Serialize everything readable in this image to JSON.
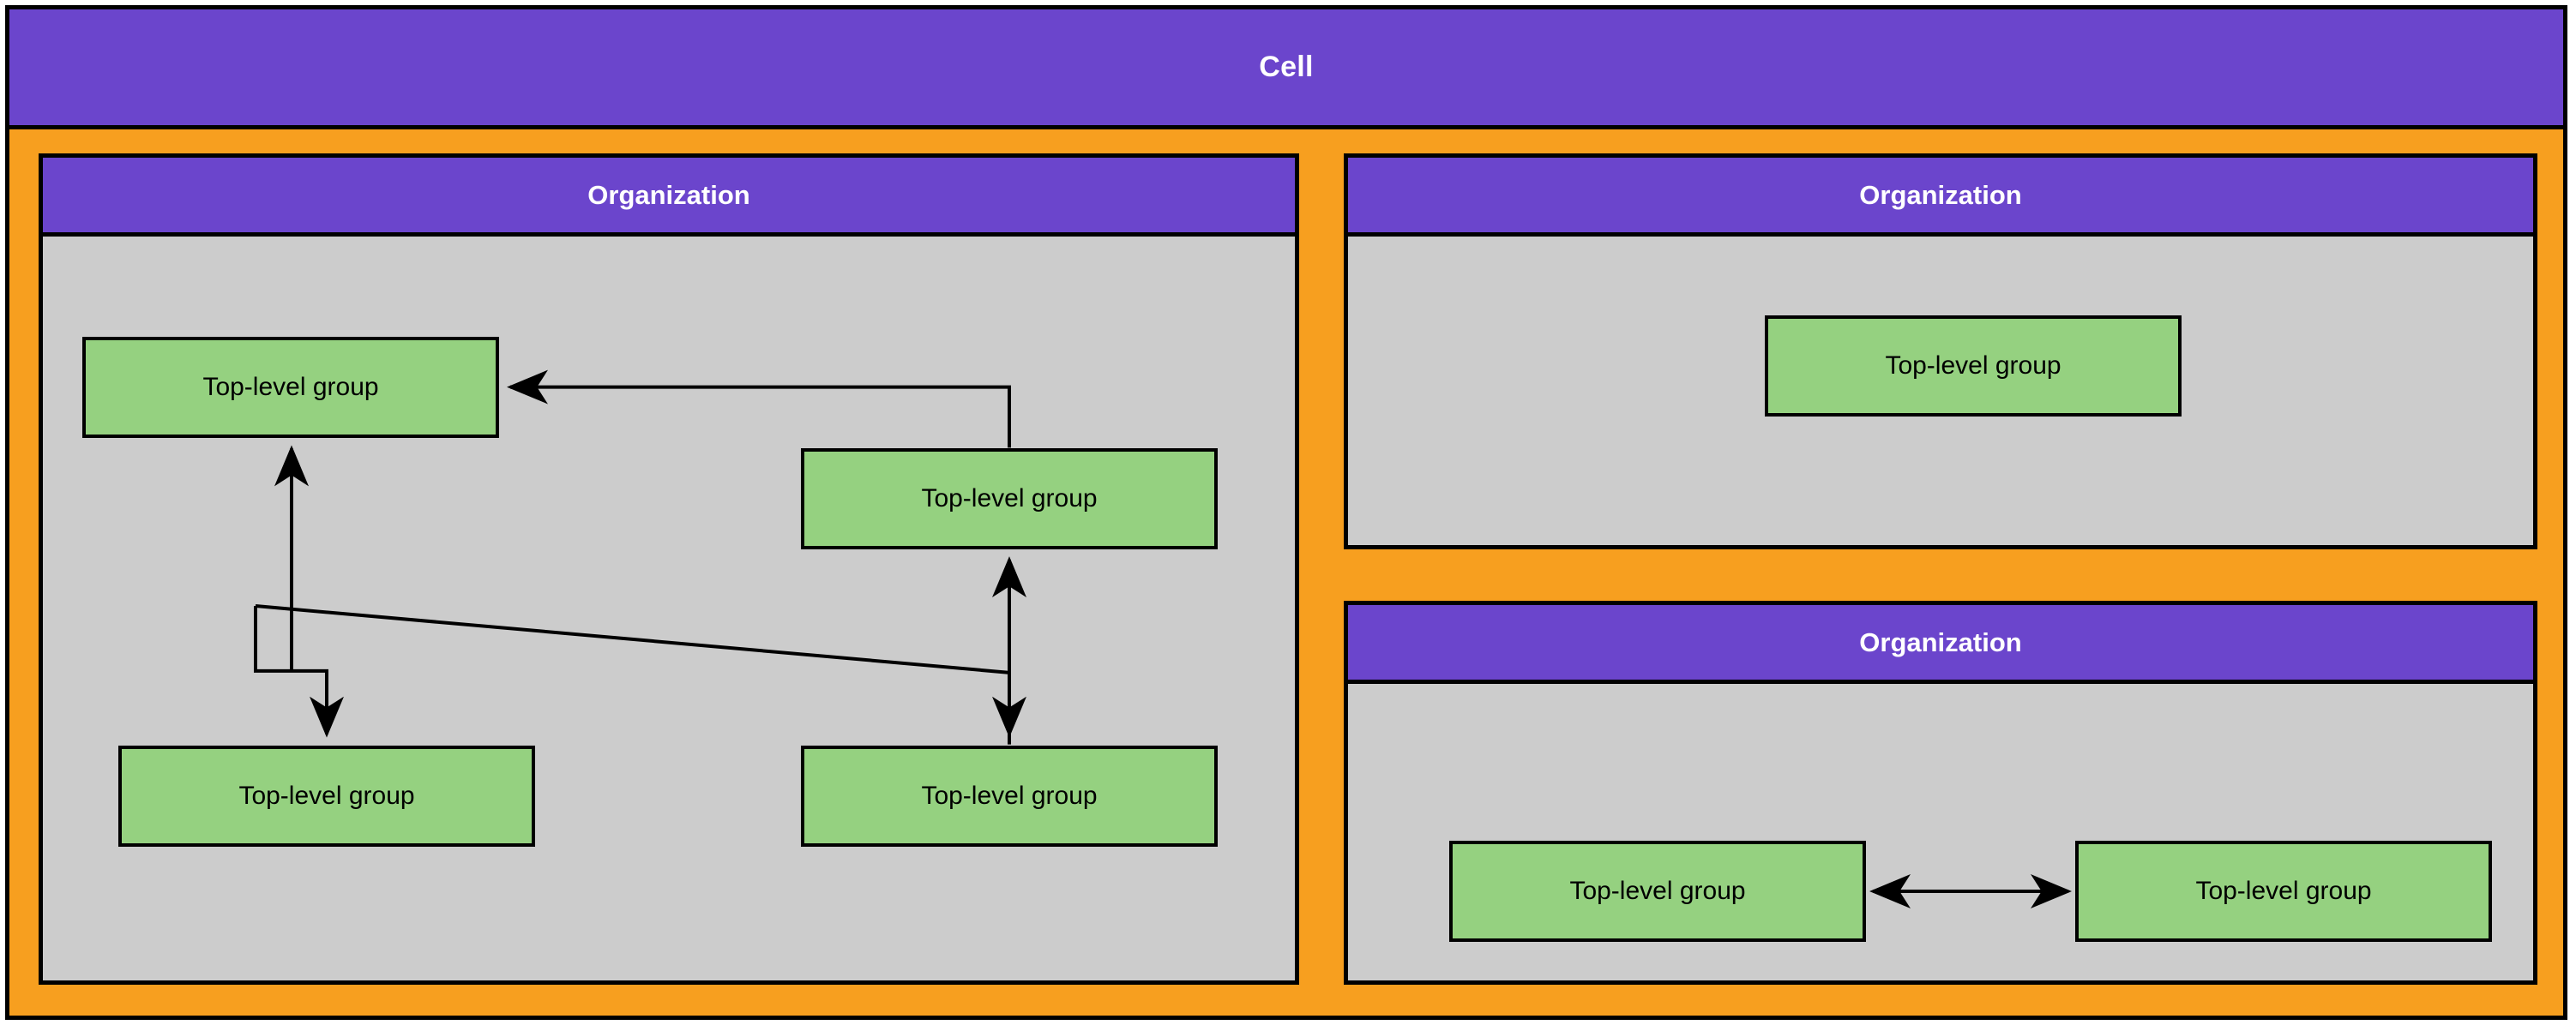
{
  "diagram": {
    "type": "nested-container-diagram",
    "cell": {
      "title": "Cell",
      "header_color": "#6B45CC",
      "body_color": "#F79F1F",
      "border_color": "#000000"
    },
    "organization_label": "Organization",
    "group_label": "Top-level group",
    "colors": {
      "organization_header": "#6B45CC",
      "organization_body": "#CCCCCC",
      "top_level_group": "#95D180",
      "border": "#000000",
      "header_text": "#FFFFFF",
      "body_text": "#000000",
      "edge": "#000000"
    },
    "organizations": [
      {
        "id": "org-left",
        "title": "Organization",
        "groups": [
          {
            "id": "tlg-l1",
            "label": "Top-level group"
          },
          {
            "id": "tlg-l2",
            "label": "Top-level group"
          },
          {
            "id": "tlg-l3",
            "label": "Top-level group"
          },
          {
            "id": "tlg-l4",
            "label": "Top-level group"
          }
        ],
        "edges": [
          {
            "from": "tlg-l2",
            "to": "tlg-l1",
            "style": "orthogonal",
            "arrowheads": "end"
          },
          {
            "from": "tlg-l3",
            "to": "tlg-l2",
            "style": "orthogonal",
            "arrowheads": "end"
          },
          {
            "from": "tlg-l1",
            "to": "tlg-l4",
            "style": "diagonal",
            "arrowheads": "end"
          },
          {
            "from": "tlg-l4",
            "to": "tlg-l3",
            "style": "orthogonal",
            "arrowheads": "end"
          }
        ]
      },
      {
        "id": "org-top-right",
        "title": "Organization",
        "groups": [
          {
            "id": "tlg-tr1",
            "label": "Top-level group"
          }
        ],
        "edges": []
      },
      {
        "id": "org-bottom-right",
        "title": "Organization",
        "groups": [
          {
            "id": "tlg-br1",
            "label": "Top-level group"
          },
          {
            "id": "tlg-br2",
            "label": "Top-level group"
          }
        ],
        "edges": [
          {
            "from": "tlg-br1",
            "to": "tlg-br2",
            "style": "straight",
            "arrowheads": "both"
          }
        ]
      }
    ]
  }
}
